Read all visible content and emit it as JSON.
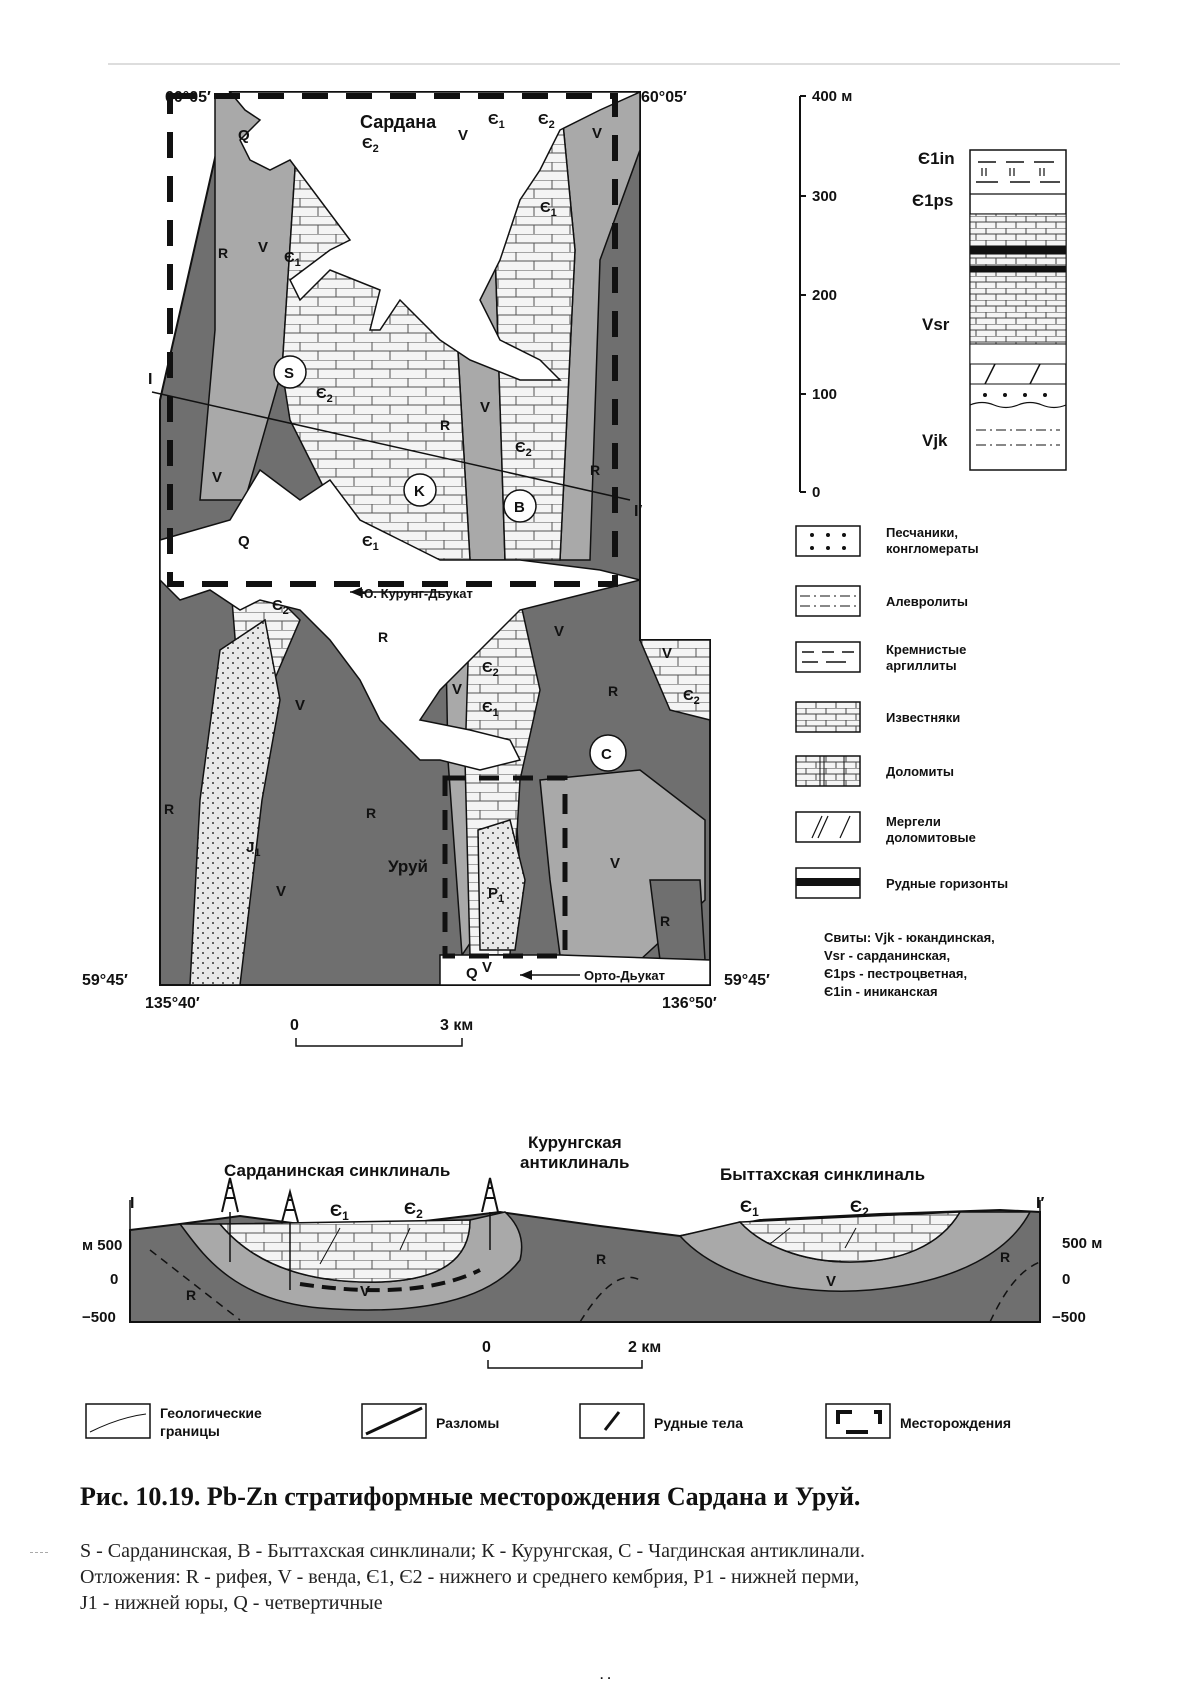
{
  "map": {
    "coords": {
      "top_left": "60°05′",
      "top_right": "60°05′",
      "bottom_left": "59°45′",
      "bottom_right": "59°45′",
      "lon_left": "135°40′",
      "lon_right": "136°50′"
    },
    "place_labels": {
      "sardana": "Сардана",
      "uruy": "Уруй",
      "yu_kurung": "Ю. Курунг-Дьукат",
      "orto": "Орто-Дьукат"
    },
    "section_line": {
      "start": "I",
      "end": "I′"
    },
    "structures": {
      "S": "S",
      "K": "K",
      "B": "B",
      "C": "C"
    },
    "units": {
      "R": "R",
      "V": "V",
      "Q": "Q",
      "E1": "Є1",
      "E2": "Є2",
      "J1": "J1",
      "P1": "P1",
      "E1_sym": "Є",
      "E2_sym": "Є",
      "sub1": "1",
      "sub2": "2",
      "J_sym": "J",
      "P_sym": "P"
    },
    "scale": {
      "zero": "0",
      "end": "3 км"
    }
  },
  "column": {
    "ticks": [
      "400 м",
      "300",
      "200",
      "100",
      "0"
    ],
    "suites": {
      "in": "Є1in",
      "ps": "Є1ps",
      "sr": "Vsr",
      "jk": "Vjk"
    }
  },
  "rock_legend": [
    {
      "key": "sand",
      "label_lines": [
        "Песчаники,",
        "конгломераты"
      ]
    },
    {
      "key": "silt",
      "label_lines": [
        "Алевролиты"
      ]
    },
    {
      "key": "chert",
      "label_lines": [
        "Кремнистые",
        "аргиллиты"
      ]
    },
    {
      "key": "lime",
      "label_lines": [
        "Известняки"
      ]
    },
    {
      "key": "dolo",
      "label_lines": [
        "Доломиты"
      ]
    },
    {
      "key": "marl",
      "label_lines": [
        "Мергели",
        "доломитовые"
      ]
    },
    {
      "key": "ore",
      "label_lines": [
        "Рудные горизонты"
      ]
    }
  ],
  "suites_note": [
    "Свиты: Vjk - юкандинская,",
    "Vsr - сарданинская,",
    "Є1ps - пестроцветная,",
    "Є1in - иниканская"
  ],
  "section": {
    "titles": {
      "sardana_syn": "Сарданинская синклиналь",
      "kurung_1": "Курунгская",
      "kurung_2": "антиклиналь",
      "byttakh_syn": "Быттахская синклиналь"
    },
    "ends": {
      "left": "I",
      "right": "I′"
    },
    "left_axis": [
      "м 500",
      "0",
      "−500"
    ],
    "right_axis": [
      "500 м",
      "0",
      "−500"
    ],
    "units": {
      "E1": "Є1",
      "E2": "Є2",
      "V": "V",
      "R": "R"
    },
    "scale": {
      "zero": "0",
      "end": "2 км"
    }
  },
  "bottom_legend": [
    {
      "key": "boundary",
      "label_lines": [
        "Геологические",
        "границы"
      ]
    },
    {
      "key": "fault",
      "label_lines": [
        "Разломы"
      ]
    },
    {
      "key": "orebody",
      "label_lines": [
        "Рудные тела"
      ]
    },
    {
      "key": "deposit",
      "label_lines": [
        "Месторождения"
      ]
    }
  ],
  "caption": "Рис. 10.19. Pb-Zn стратиформные месторождения Сардана и Уруй.",
  "description": [
    "S - Сарданинская, B - Быттахская синклинали; К - Курунгская, С - Чагдинская антиклинали.",
    "Отложения: R - рифея, V - венда, Є1, Є2 - нижнего и среднего кембрия, P1 - нижней перми,",
    "J1 - нижней юры, Q - четвертичные"
  ],
  "colors": {
    "riphean": "#6f6f6f",
    "vendian": "#a9a9a9",
    "limestone_bg": "#f4f4f4",
    "quaternary": "#ffffff",
    "jurassic": "#e8e8e8",
    "line": "#111111"
  }
}
